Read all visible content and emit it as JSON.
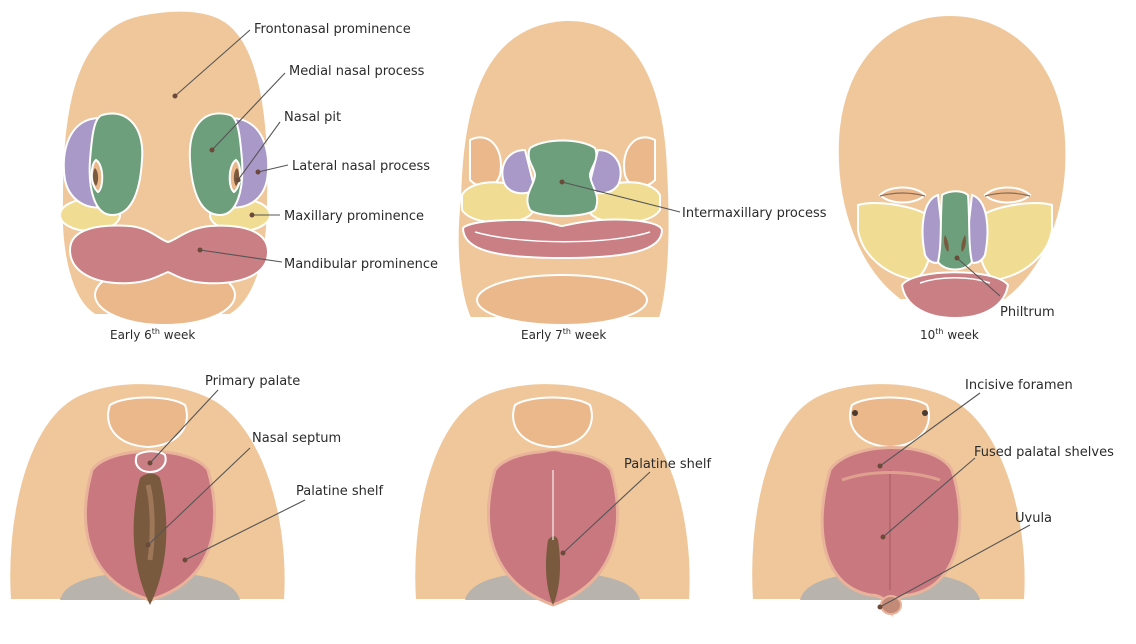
{
  "top_row": {
    "week6": {
      "caption_pre": "Early 6",
      "caption_sup": "th",
      "caption_post": " week",
      "labels": {
        "frontonasal": "Frontonasal prominence",
        "medial_nasal": "Medial nasal process",
        "nasal_pit": "Nasal pit",
        "lateral_nasal": "Lateral nasal process",
        "maxillary": "Maxillary prominence",
        "mandibular": "Mandibular prominence"
      }
    },
    "week7": {
      "caption_pre": "Early 7",
      "caption_sup": "th",
      "caption_post": " week",
      "labels": {
        "intermaxillary": "Intermaxillary process"
      }
    },
    "week10": {
      "caption_pre": "10",
      "caption_sup": "th",
      "caption_post": " week",
      "labels": {
        "philtrum": "Philtrum"
      }
    }
  },
  "bottom_row": {
    "palate1": {
      "labels": {
        "primary_palate": "Primary palate",
        "nasal_septum": "Nasal septum",
        "palatine_shelf": "Palatine shelf"
      }
    },
    "palate2": {
      "labels": {
        "palatine_shelf": "Palatine shelf"
      }
    },
    "palate3": {
      "labels": {
        "incisive_foramen": "Incisive foramen",
        "fused_shelves": "Fused palatal shelves",
        "uvula": "Uvula"
      }
    }
  },
  "colors": {
    "skin": "#f0c79a",
    "medial_nasal": "#6e9f7c",
    "lateral_nasal": "#a899c9",
    "maxillary": "#f0dd93",
    "mandibular": "#c97f84",
    "palate": "#c9787f"
  }
}
